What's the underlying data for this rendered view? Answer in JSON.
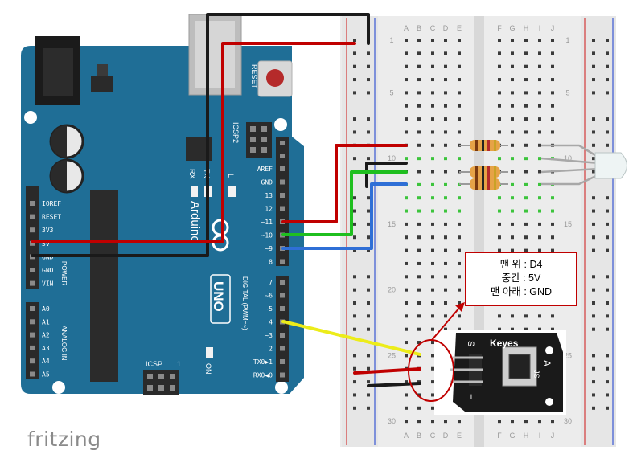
{
  "brand": "fritzing",
  "arduino": {
    "board_name": "Arduino",
    "board_model": "UNO",
    "reset_label": "RESET",
    "icsp2_label": "ICSP2",
    "icsp_label": "ICSP",
    "icsp_pin1": "1",
    "on_label": "ON",
    "tx_led": "TX",
    "rx_led": "RX",
    "l_led": "L",
    "power_header": "POWER",
    "analog_header": "ANALOG IN",
    "digital_header": "DIGITAL (PWM=~)",
    "power_pins": [
      "IOREF",
      "RESET",
      "3V3",
      "5V",
      "GND",
      "GND",
      "VIN"
    ],
    "analog_pins": [
      "A0",
      "A1",
      "A2",
      "A3",
      "A4",
      "A5"
    ],
    "digital_pins_top": [
      "AREF",
      "GND",
      "13",
      "12",
      "~11",
      "~10",
      "~9",
      "8"
    ],
    "digital_pins_bottom": [
      "7",
      "~6",
      "~5",
      "4",
      "~3",
      "2",
      "TX0▶1",
      "RX0◀0"
    ]
  },
  "breadboard": {
    "column_letters_left": [
      "A",
      "B",
      "C",
      "D",
      "E"
    ],
    "column_letters_right": [
      "F",
      "G",
      "H",
      "I",
      "J"
    ],
    "row_numbers": [
      "1",
      "5",
      "10",
      "15",
      "20",
      "25",
      "30"
    ]
  },
  "module": {
    "brand": "Keyes",
    "pin_s": "S",
    "pin_minus": "−",
    "mark_a": "A",
    "mark_js": "JS"
  },
  "annotation": {
    "lines": [
      "맨 위 : D4",
      "중간 : 5V",
      "맨 아래 : GND"
    ]
  },
  "colors": {
    "board": "#1f6e96",
    "board_dark": "#18597a",
    "breadboard": "#ececec",
    "hole": "#3b3b3b",
    "wire_red": "#c00000",
    "wire_black": "#1a1a1a",
    "wire_green": "#1fbf1f",
    "wire_blue": "#2f6fd6",
    "wire_yellow": "#ecec1a",
    "wire_grey": "#a8a8a8",
    "note_border": "#c00000"
  }
}
